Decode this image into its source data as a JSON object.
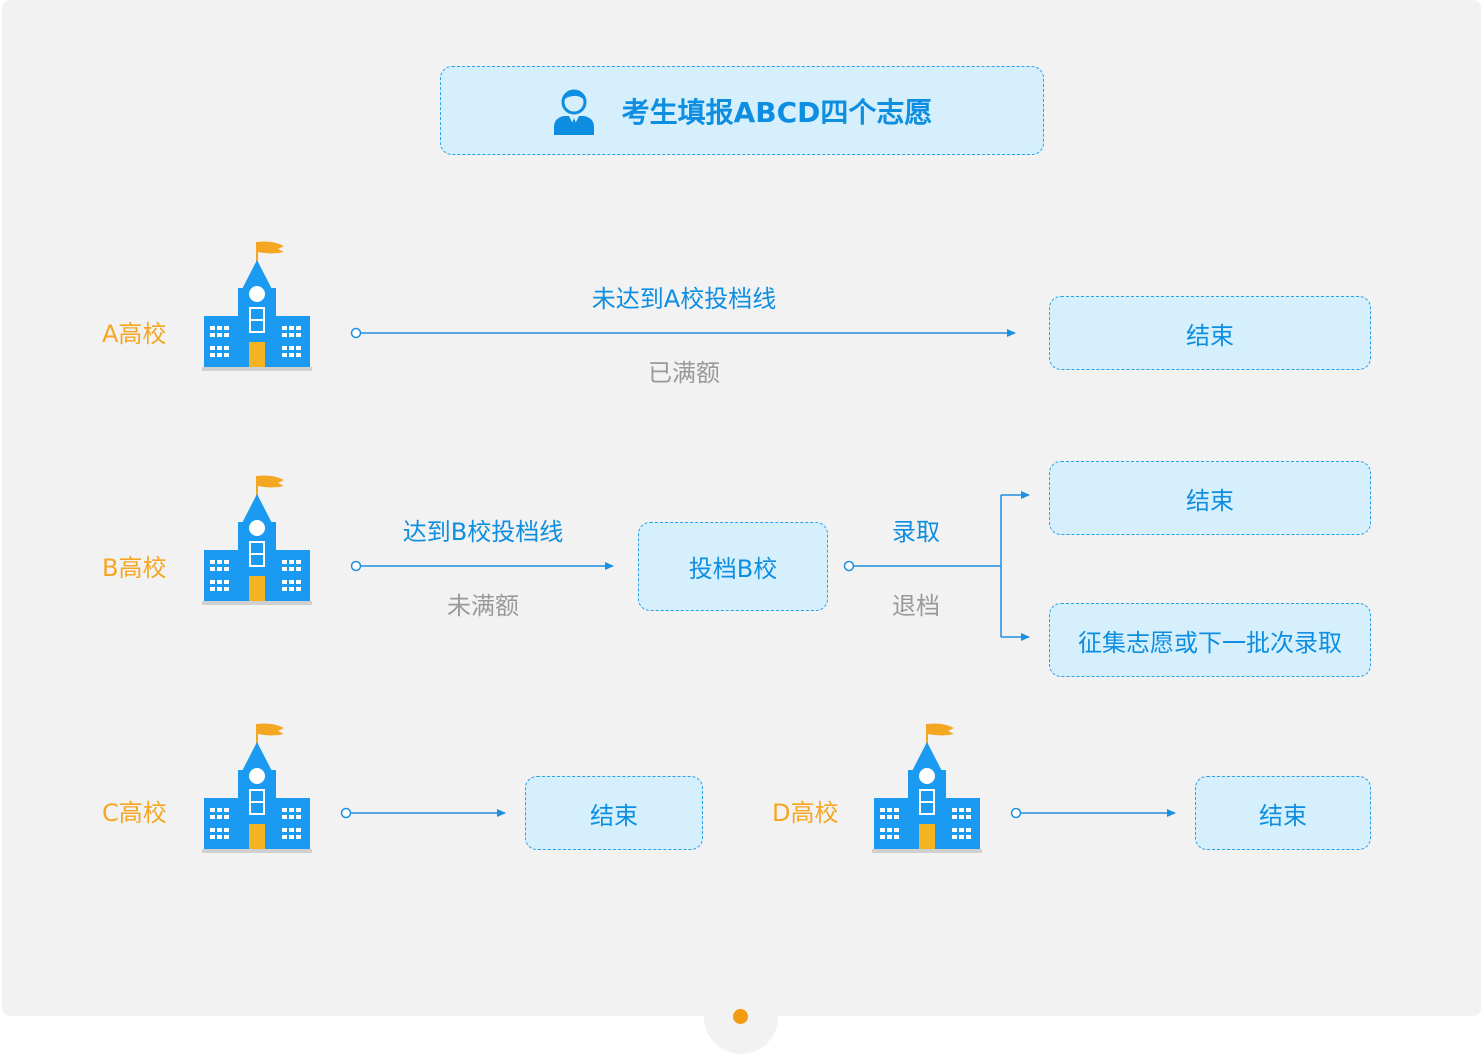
{
  "header": {
    "title": "考生填报ABCD四个志愿",
    "icon": "user-icon"
  },
  "schools": {
    "a": {
      "label": "A高校"
    },
    "b": {
      "label": "B高校"
    },
    "c": {
      "label": "C高校"
    },
    "d": {
      "label": "D高校"
    }
  },
  "flow_a": {
    "above": "未达到A校投档线",
    "below": "已满额",
    "result": "结束"
  },
  "flow_b": {
    "above": "达到B校投档线",
    "below": "未满额",
    "box": "投档B校",
    "branch_above": "录取",
    "branch_below": "退档",
    "result_top": "结束",
    "result_bottom": "征集志愿或下一批次录取"
  },
  "flow_c": {
    "result": "结束"
  },
  "flow_d": {
    "result": "结束"
  },
  "colors": {
    "accent": "#0e8ee0",
    "school_label": "#f5a623",
    "box_fill": "#d5f0fc",
    "muted": "#999999"
  }
}
